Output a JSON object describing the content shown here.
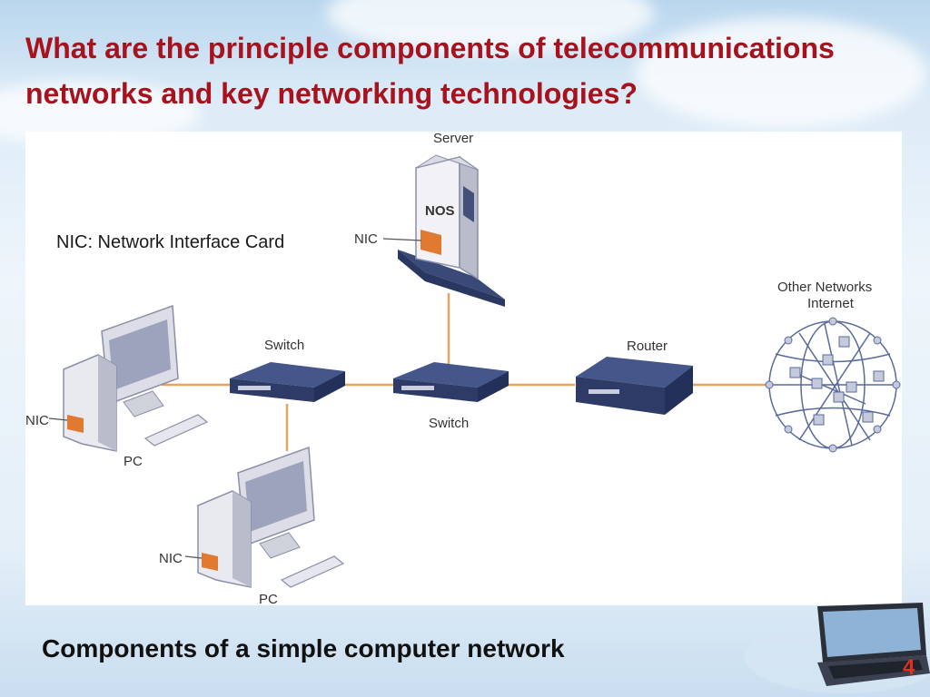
{
  "slide": {
    "title": "What are the principle components of telecommunications networks and key networking technologies?",
    "caption": "Components of a simple computer network",
    "slide_number": "4"
  },
  "diagram": {
    "note": "NIC: Network Interface Card",
    "labels": {
      "server": "Server",
      "nos": "NOS",
      "nic_server": "NIC",
      "switch_left": "Switch",
      "switch_center": "Switch",
      "router": "Router",
      "other_networks": "Other Networks",
      "internet": "Internet",
      "nic_pc1": "NIC",
      "pc1": "PC",
      "nic_pc2": "NIC",
      "pc2": "PC"
    },
    "colors": {
      "link": "#e2a562",
      "device_dark": "#3a4a78",
      "device_light": "#dcdde6",
      "nic_card": "#e07a30",
      "globe": "#5a6a9a",
      "title": "#a8121d"
    }
  }
}
